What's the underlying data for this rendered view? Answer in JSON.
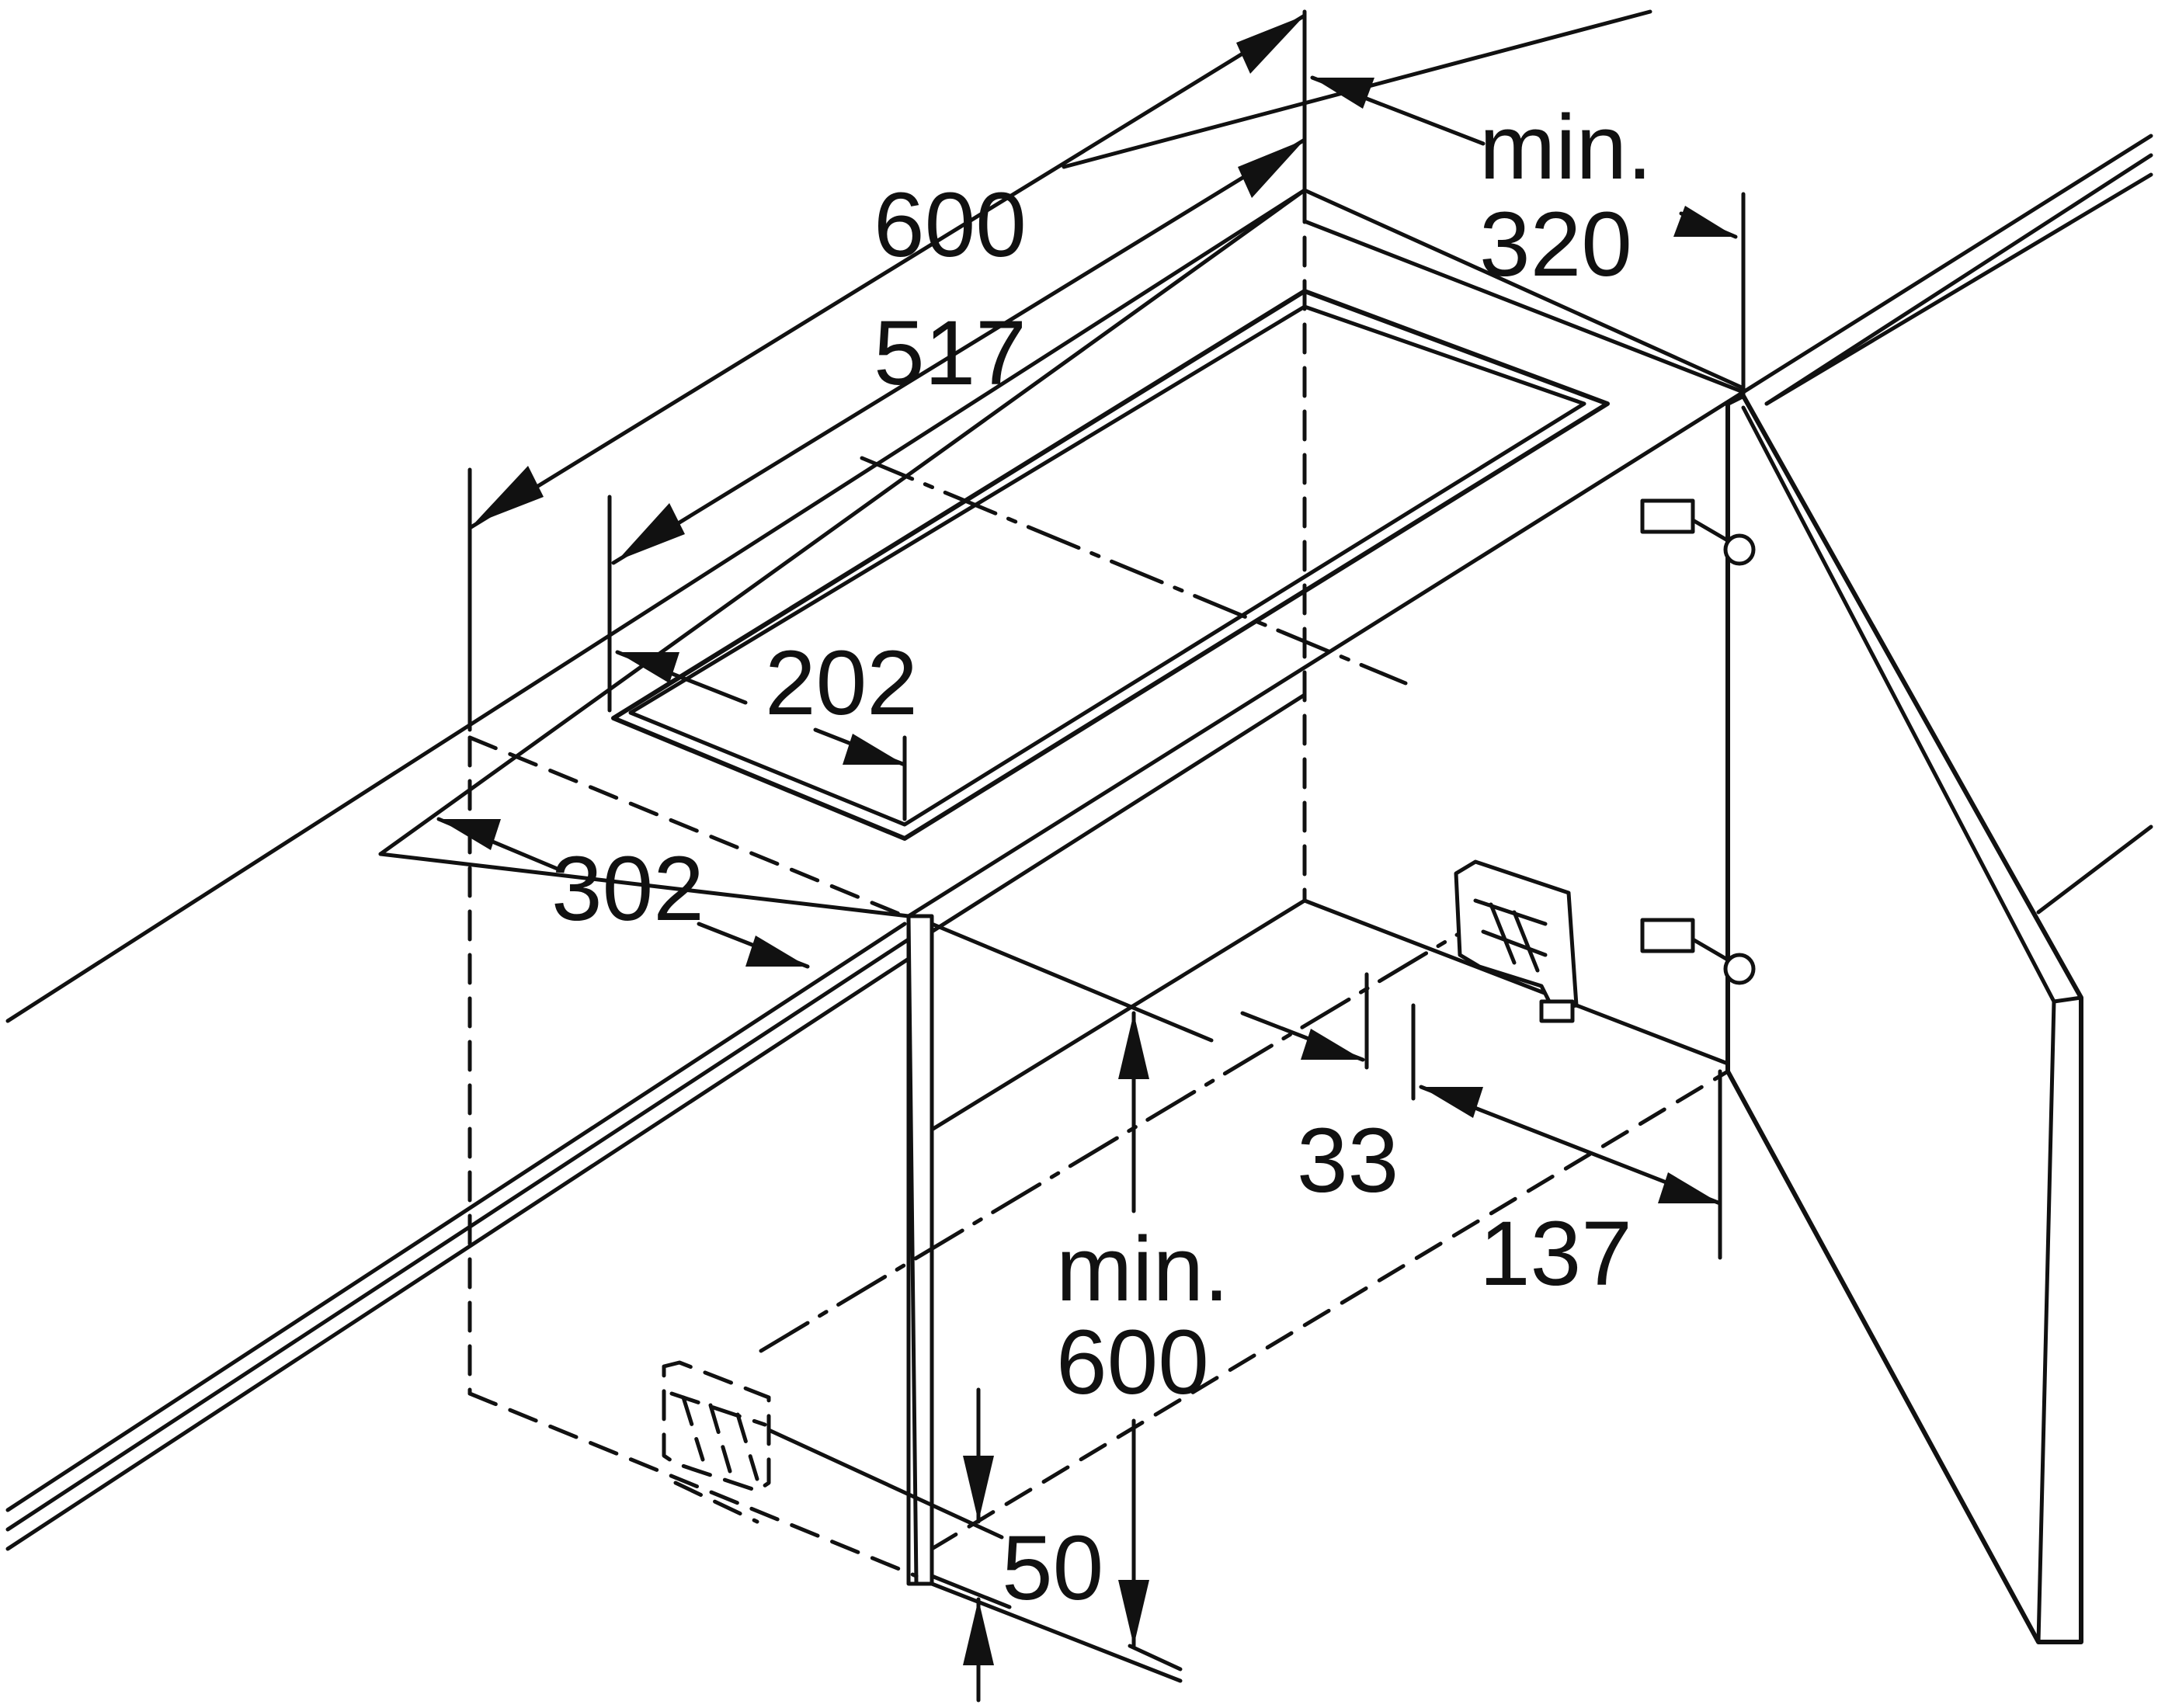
{
  "labels": {
    "width_600": "600",
    "width_517": "517",
    "depth_202": "202",
    "offset_302": "302",
    "min_320_top": "min.",
    "min_320_bottom": "320",
    "offset_33": "33",
    "offset_137": "137",
    "min_600_top": "min.",
    "min_600_bottom": "600",
    "offset_50": "50"
  },
  "colors": {
    "line": "#111111",
    "background": "#ffffff"
  }
}
